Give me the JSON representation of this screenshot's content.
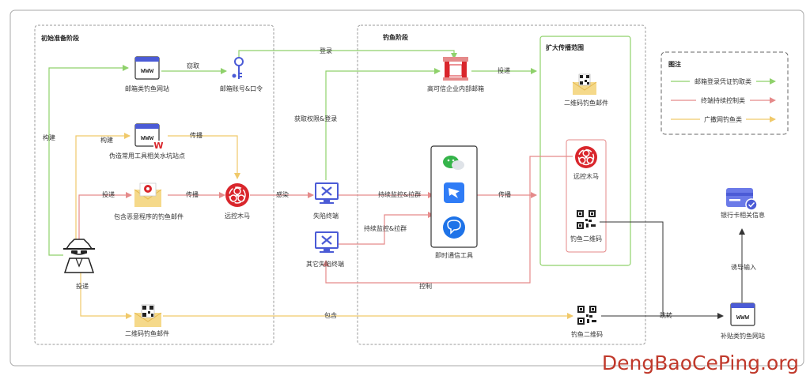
{
  "colors": {
    "green": "#8fd16b",
    "red": "#e58a8a",
    "yellow": "#f0c96a",
    "gray": "#888888",
    "dark": "#333333",
    "icon_blue": "#4b5bd6",
    "icon_red": "#d9262c",
    "watermark": "#c0392b"
  },
  "panels": {
    "prep": "初始准备阶段",
    "phish": "钓鱼阶段",
    "spread": "扩大传播范围"
  },
  "legend": {
    "title": "图注",
    "items": [
      "邮箱登录凭证钓取类",
      "终端持续控制类",
      "广撒网钓鱼类"
    ]
  },
  "nodes": {
    "mail_phish_site": "邮箱类钓鱼网站",
    "mail_account": "邮箱账号&口令",
    "fake_tool_site": "伪造常用工具相关水坑站点",
    "malicious_mail": "包含恶意程序的钓鱼邮件",
    "rat_1": "远控木马",
    "qr_mail_left": "二维码钓鱼邮件",
    "hacker": "投递",
    "trusted_mailbox": "高可信企业内部邮箱",
    "victim_terminal": "失陷终端",
    "other_terminal": "其它失陷终端",
    "im_tools": "即时通信工具",
    "qr_mail_spread": "二维码钓鱼邮件",
    "rat_2": "远控木马",
    "qr_phish_spread": "钓鱼二维码",
    "qr_phish_bottom": "钓鱼二维码",
    "bank_info": "银行卡相关信息",
    "subsidy_site": "补贴类钓鱼网站"
  },
  "edges": {
    "steal": "窃取",
    "build_top": "构建",
    "build_mid": "构建",
    "spread_top": "传播",
    "deliver": "投递",
    "spread_mid": "传播",
    "login": "登录",
    "infect": "感染",
    "gain_login": "获取权限&登录",
    "deliver_right": "投递",
    "monitor1": "持续监控&拉群",
    "monitor2": "持续监控&拉群",
    "spread_im": "传播",
    "control": "控制",
    "contain": "包含",
    "redirect": "跳转",
    "induce": "诱导输入"
  },
  "watermark": "DengBaoCePing.org"
}
